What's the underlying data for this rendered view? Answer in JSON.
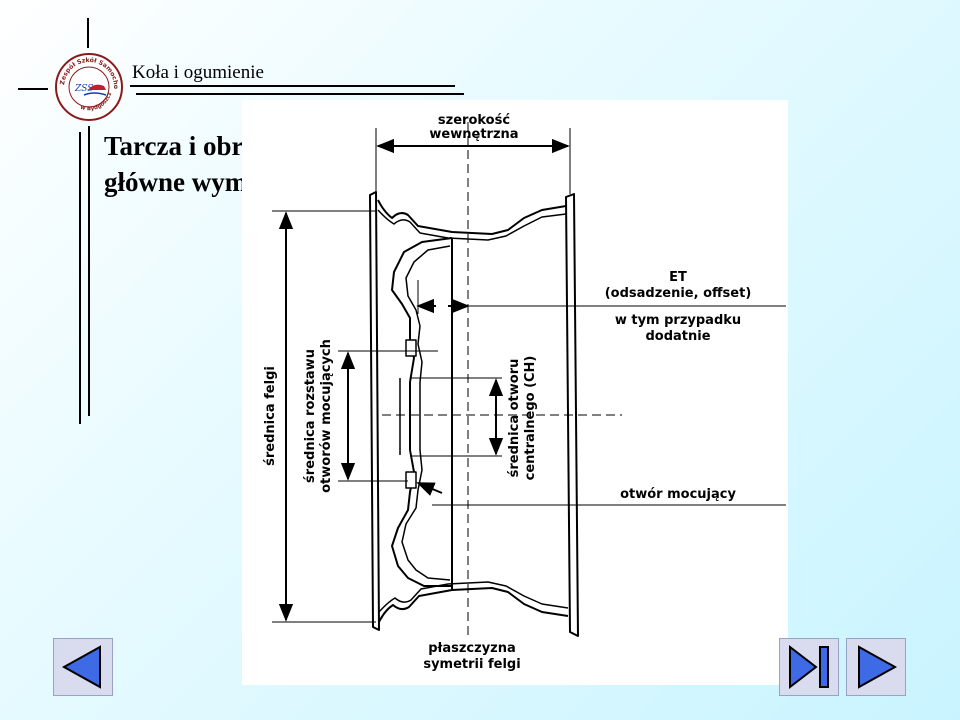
{
  "header": {
    "title": "Koła i ogumienie",
    "logo": {
      "ring_text": "Zespół Szkół Samochodowych",
      "bottom_text": "w Bydgoszczy",
      "monogram": "ZSS"
    }
  },
  "slide": {
    "title_line1": "Tarcza i obręcz",
    "title_line2": "główne wymiary"
  },
  "diagram": {
    "label_width_1": "szerokość",
    "label_width_2": "wewnętrzna",
    "label_et_1": "ET",
    "label_et_2": "(odsadzenie, offset)",
    "label_et_3": "w tym przypadku",
    "label_et_4": "dodatnie",
    "label_rim_diameter": "średnica felgi",
    "label_bolt_circle_1": "średnica rozstawu",
    "label_bolt_circle_2": "otworów mocujących",
    "label_center_bore_1": "średnica otworu",
    "label_center_bore_2": "centralnego (CH)",
    "label_bolt_hole": "otwór mocujący",
    "label_symmetry_1": "płaszczyzna",
    "label_symmetry_2": "symetrii felgi"
  },
  "nav": {
    "prev_icon": "triangle-left-icon",
    "end_icon": "end-icon",
    "next_icon": "triangle-right-icon",
    "color_fill": "#3f6ae6",
    "color_outline": "#000000"
  }
}
